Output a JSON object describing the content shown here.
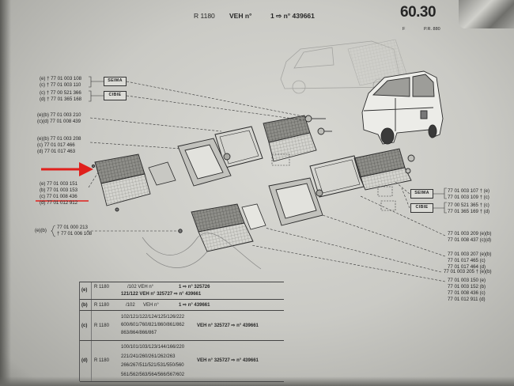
{
  "header": {
    "model": "R 1180",
    "veh": "VEH n°",
    "range": "1 ⇨ n° 439661",
    "page_number": "60.30",
    "section": "F",
    "pr": "P.R. 880"
  },
  "left": {
    "seima": {
      "box": "SEIMA",
      "lines": [
        "(e) † 77 01 003 108",
        "(c) † 77 01 003 110"
      ]
    },
    "cibie": {
      "box": "CIBIE",
      "lines": [
        "(c) † 77 00 521 366",
        "(d) † 77 01 365 168"
      ]
    },
    "g3": [
      "(e)(b) 77 01 003 210",
      "(c)(d) 77 01 008 439"
    ],
    "g4": [
      "(e)(b) 77 01 003 208",
      "(c) 77 01 017 466",
      "(d) 77 01 017 463"
    ],
    "g5": [
      "(e) 77 01 003 151",
      "(b) 77 01 003 153",
      "(c) 77 01 008 436",
      "(d) 77 01 012 912"
    ],
    "g6": {
      "prefix": "(e)(b)",
      "lines": [
        "77 01 000 213",
        "† 77 01 006 108"
      ]
    }
  },
  "right": {
    "seima": {
      "box": "SEIMA",
      "lines": [
        "77 01 003 107 † (e)",
        "77 01 003 109 † (c)"
      ]
    },
    "cibie": {
      "box": "CIBIE",
      "lines": [
        "77 00 521 365 † (c)",
        "77 01 365 169 † (d)"
      ]
    },
    "r3": [
      "77 01 003 209 (e)(b)",
      "77 01 008 437 (c)(d)"
    ],
    "r4": [
      "77 01 003 207 (e)(b)",
      "77 01 017 465 (c)",
      "77 01 017 464 (d)"
    ],
    "r5": [
      "77 01 003 205 † (e)(b)"
    ],
    "r6": [
      "77 01 003 150 (e)",
      "77 01 003 152 (b)",
      "77 01 008 436 (c)",
      "77 01 012 911 (d)"
    ]
  },
  "table": {
    "e": {
      "code": "(e)",
      "model": "R 1180",
      "versions": "/102 VEH n°",
      "range": "1 ⇨ n° 325726",
      "line2": "121/122 VEH n° 325727 ⇨ n° 439661"
    },
    "b": {
      "code": "(b)",
      "model": "R 1180",
      "versions": "/102",
      "veh": "VEH n°",
      "range": "1 ⇨ n° 439661"
    },
    "c": {
      "code": "(c)",
      "model": "R 1180",
      "versions": [
        "102/121/122/124/125/126/222",
        "600/601/760/821/860/861/862",
        "863/864/866/867"
      ],
      "range": "VEH n° 325727 ⇨ n° 439661"
    },
    "d": {
      "code": "(d)",
      "model": "R 1180",
      "versions": [
        "100/101/103/123/144/166/220",
        "221/241/260/261/262/263",
        "266/267/511/521/531/550/560",
        "561/562/563/564/566/567/602"
      ],
      "range": "VEH n° 325727 ⇨ n° 439661"
    }
  },
  "colors": {
    "highlight": "#e0201c",
    "ink": "#262626",
    "paper": "#d6d6d1"
  }
}
